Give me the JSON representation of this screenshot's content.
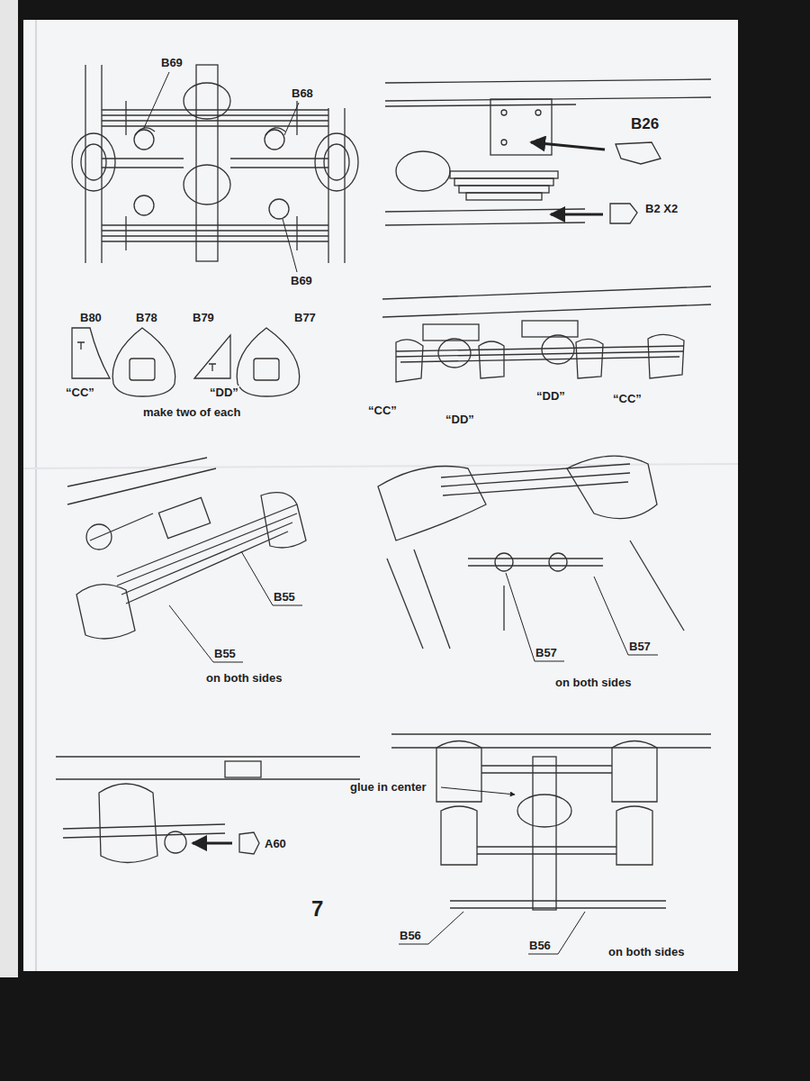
{
  "diagram": {
    "labels": [
      "B69",
      "B68",
      "B69",
      "B26",
      "B2 X2",
      "B80",
      "B78",
      "B79",
      "B77",
      "“CC”",
      "“DD”",
      "make two of each",
      "“CC”",
      "“DD”",
      "“DD”",
      "“CC”",
      "B55",
      "B55",
      "on both sides",
      "B57",
      "B57",
      "on both sides",
      "A60",
      "7",
      "glue in center",
      "B56",
      "B56",
      "on both sides"
    ]
  }
}
